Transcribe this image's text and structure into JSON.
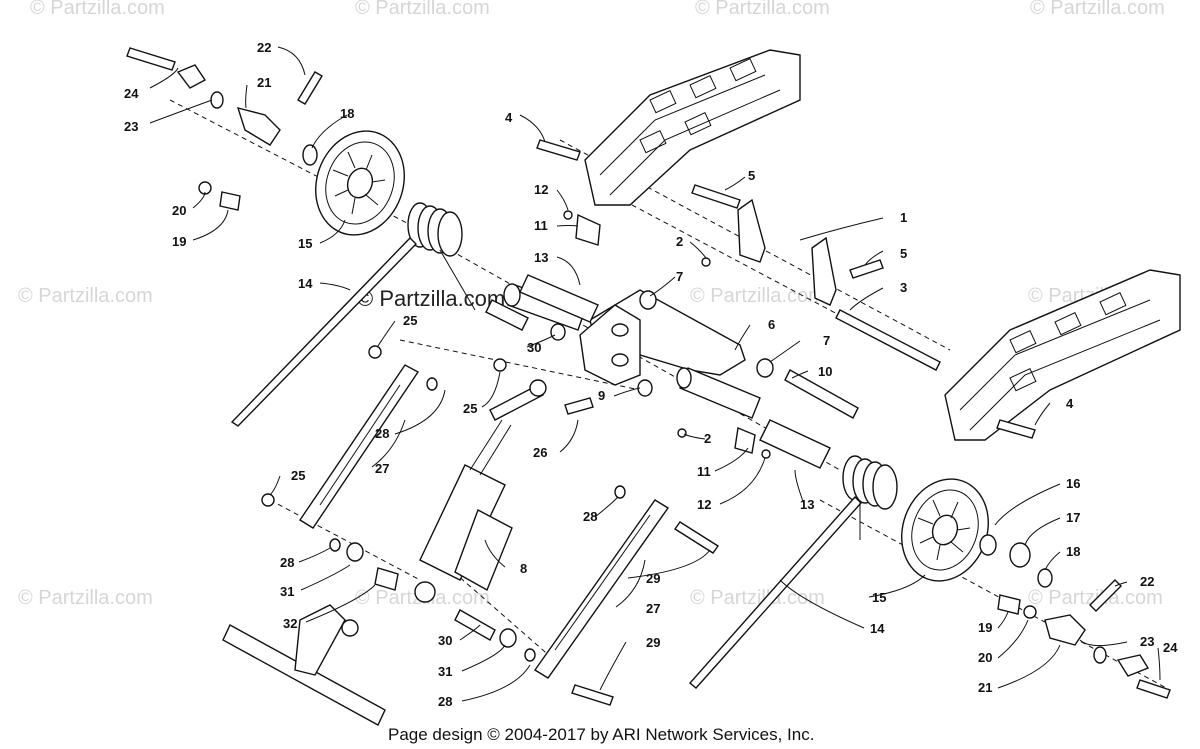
{
  "watermark_text": "© Partzilla.com",
  "center_watermark": "© Partzilla.com",
  "footer_text": "Page design © 2004-2017 by ARI Network Services, Inc.",
  "callouts": {
    "c1": "1",
    "c2a": "2",
    "c2b": "2",
    "c3": "3",
    "c4a": "4",
    "c4b": "4",
    "c5a": "5",
    "c5b": "5",
    "c6": "6",
    "c7a": "7",
    "c7b": "7",
    "c8": "8",
    "c9": "9",
    "c10": "10",
    "c11a": "11",
    "c11b": "11",
    "c12a": "12",
    "c12b": "12",
    "c13a": "13",
    "c13b": "13",
    "c14a": "14",
    "c14b": "14",
    "c15a": "15",
    "c15b": "15",
    "c16": "16",
    "c17": "17",
    "c18a": "18",
    "c18b": "18",
    "c19a": "19",
    "c19b": "19",
    "c20a": "20",
    "c20b": "20",
    "c21a": "21",
    "c21b": "21",
    "c22a": "22",
    "c22b": "22",
    "c23a": "23",
    "c23b": "23",
    "c24a": "24",
    "c24b": "24",
    "c25a": "25",
    "c25b": "25",
    "c25c": "25",
    "c26": "26",
    "c27a": "27",
    "c27b": "27",
    "c28a": "28",
    "c28b": "28",
    "c28c": "28",
    "c28d": "28",
    "c29a": "29",
    "c29b": "29",
    "c30a": "30",
    "c30b": "30",
    "c31a": "31",
    "c31b": "31",
    "c32": "32"
  }
}
